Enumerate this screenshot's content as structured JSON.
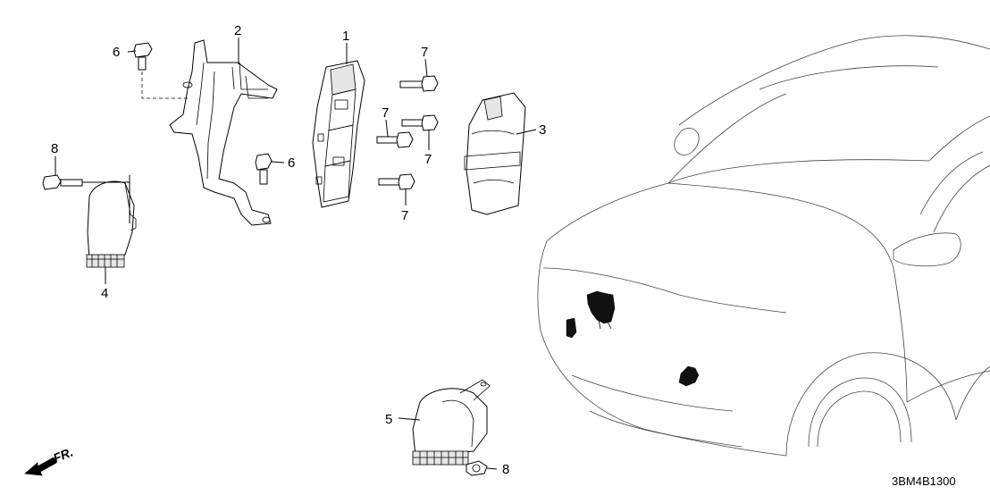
{
  "diagram": {
    "callouts": [
      {
        "id": "c1",
        "text": "1"
      },
      {
        "id": "c2",
        "text": "2"
      },
      {
        "id": "c3",
        "text": "3"
      },
      {
        "id": "c4",
        "text": "4"
      },
      {
        "id": "c5",
        "text": "5"
      },
      {
        "id": "c6a",
        "text": "6"
      },
      {
        "id": "c6b",
        "text": "6"
      },
      {
        "id": "c7a",
        "text": "7"
      },
      {
        "id": "c7b",
        "text": "7"
      },
      {
        "id": "c7c",
        "text": "7"
      },
      {
        "id": "c7d",
        "text": "7"
      },
      {
        "id": "c8a",
        "text": "8"
      },
      {
        "id": "c8b",
        "text": "8"
      }
    ],
    "direction_label": "FR.",
    "drawing_code": "3BM4B1300"
  }
}
